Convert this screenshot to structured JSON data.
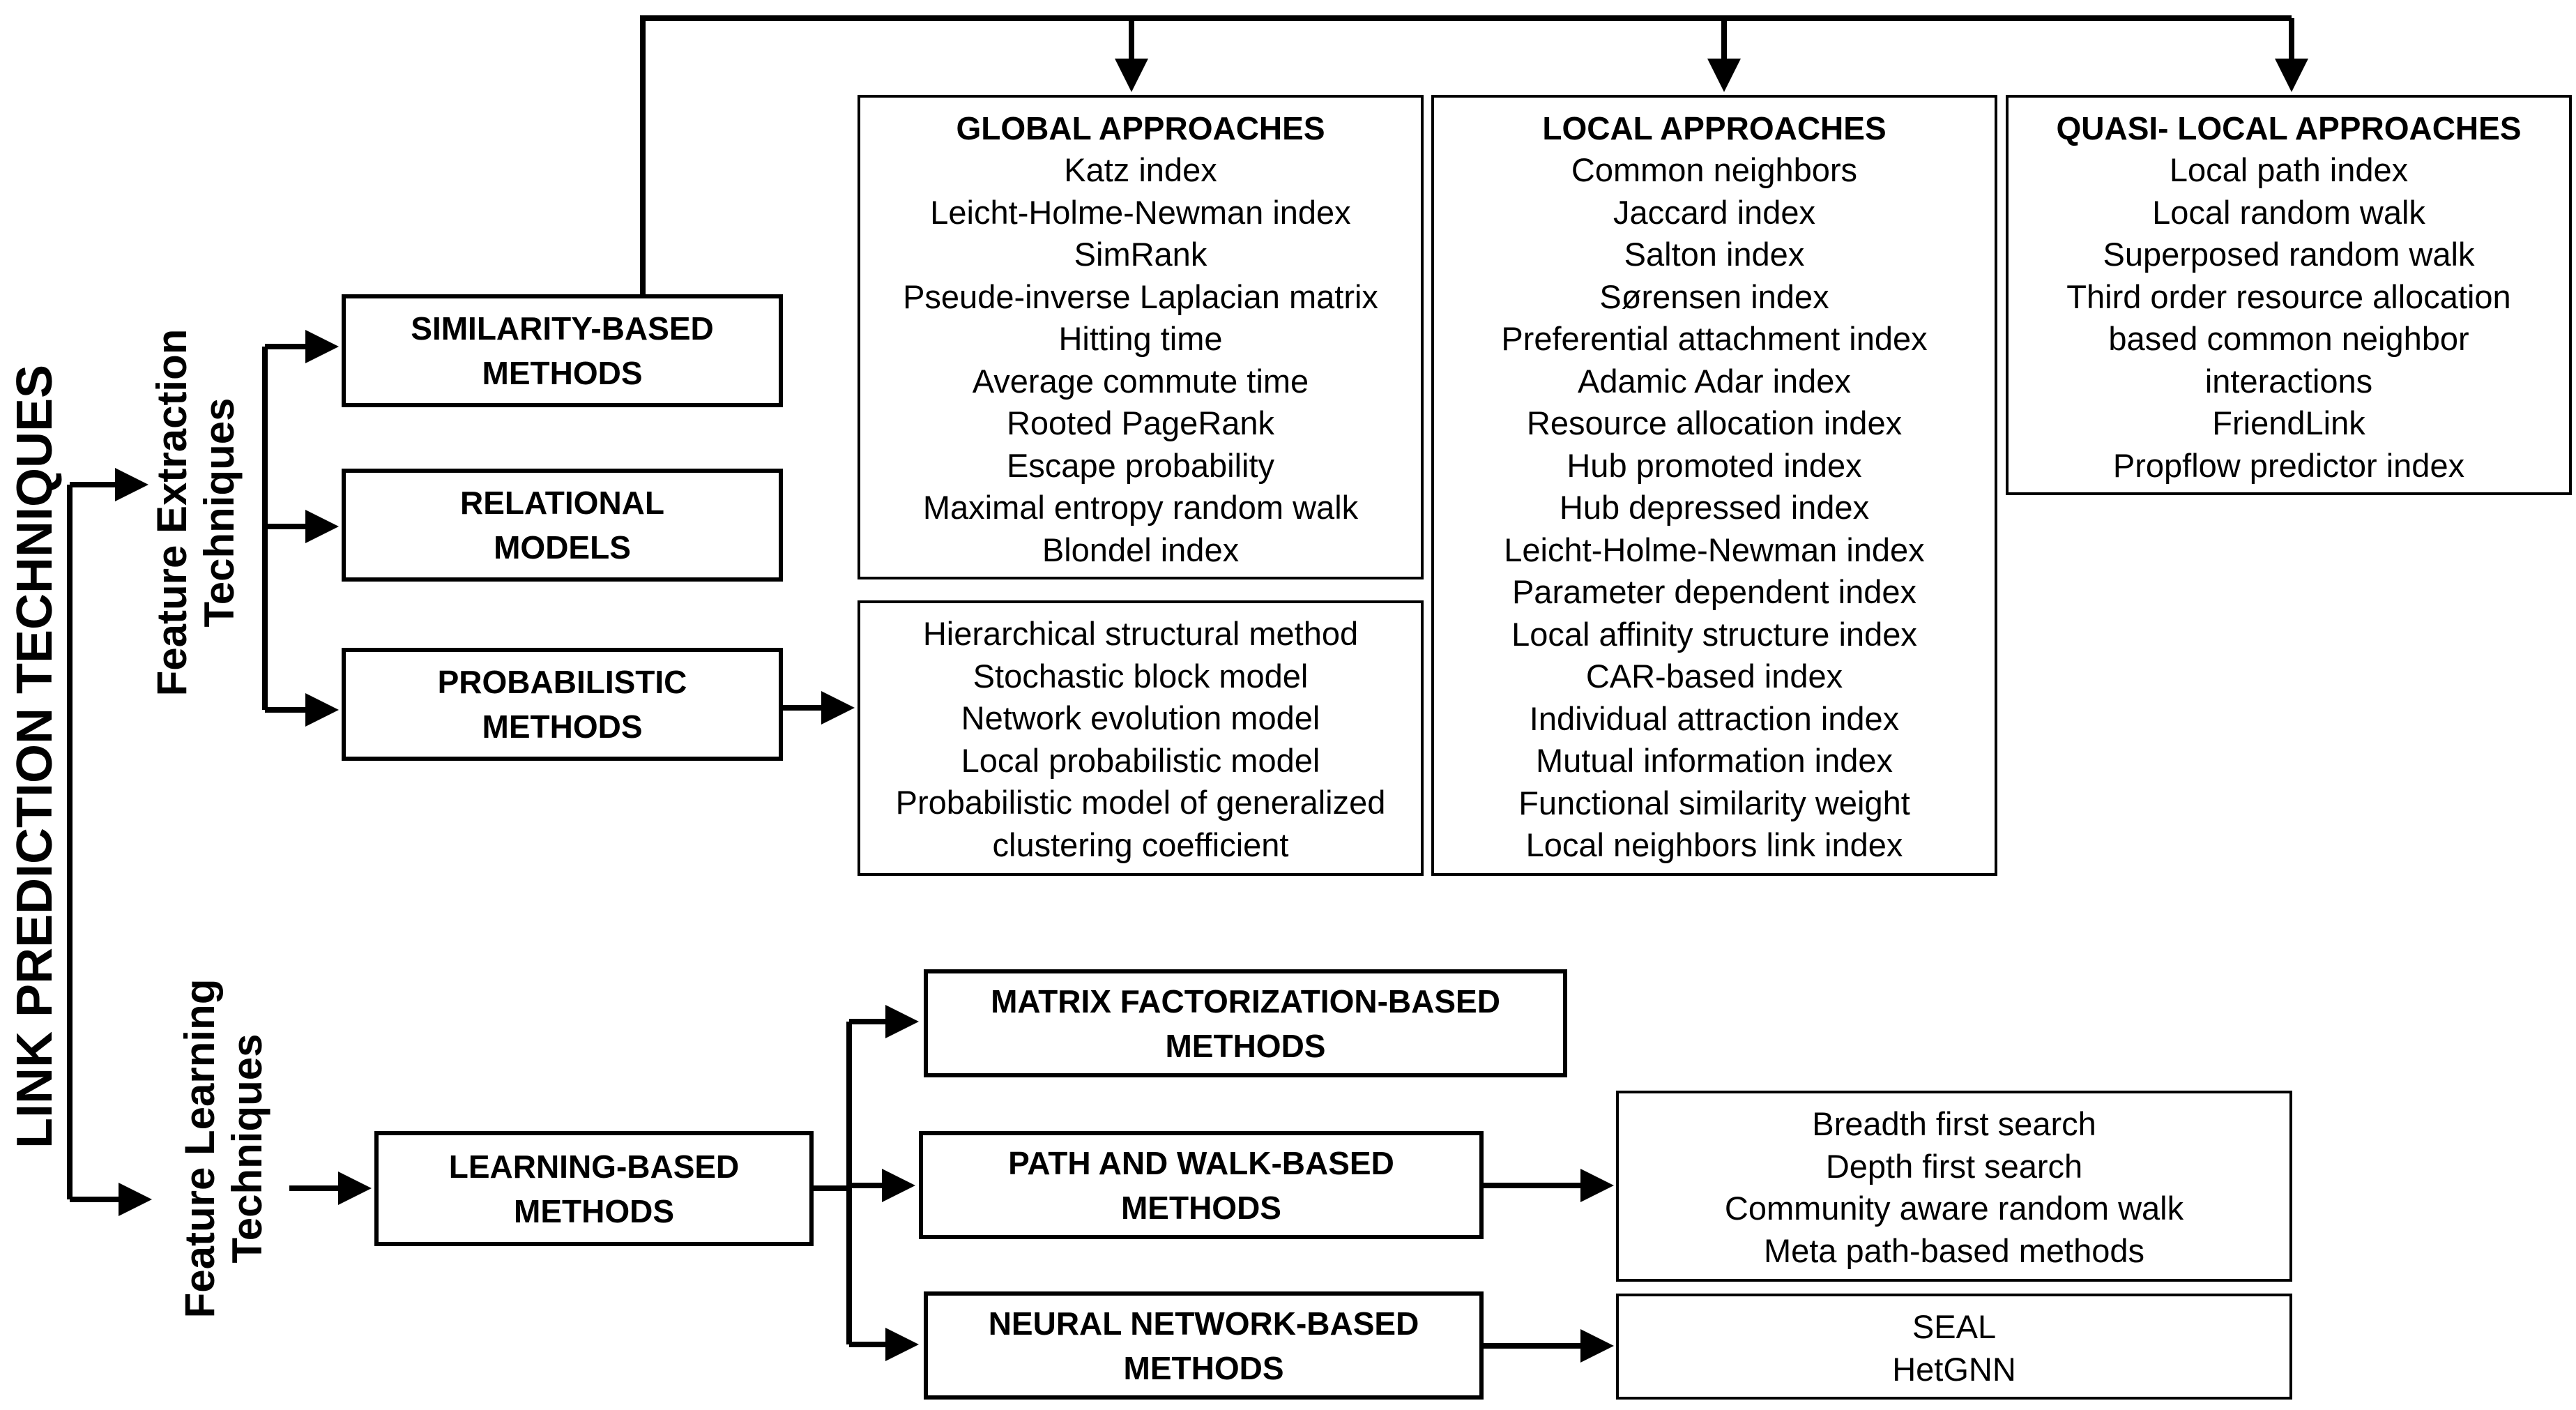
{
  "title": "LINK PREDICTION TECHNIQUES",
  "branches": {
    "feature_extraction": "Feature Extraction\nTechniques",
    "feature_learning": "Feature Learning\nTechniques"
  },
  "methods": {
    "similarity": "SIMILARITY-BASED\nMETHODS",
    "relational": "RELATIONAL\nMODELS",
    "probabilistic": "PROBABILISTIC\nMETHODS",
    "learning": "LEARNING-BASED\nMETHODS",
    "matrix": "MATRIX FACTORIZATION-BASED\nMETHODS",
    "path_walk": "PATH AND WALK-BASED\nMETHODS",
    "neural": "NEURAL NETWORK-BASED\nMETHODS"
  },
  "global": {
    "title": "GLOBAL APPROACHES",
    "items": [
      "Katz index",
      "Leicht-Holme-Newman index",
      "SimRank",
      "Pseude-inverse Laplacian matrix",
      "Hitting time",
      "Average commute time",
      "Rooted PageRank",
      "Escape probability",
      "Maximal entropy random walk",
      "Blondel index"
    ]
  },
  "local": {
    "title": "LOCAL APPROACHES",
    "items": [
      "Common neighbors",
      "Jaccard index",
      "Salton index",
      "Sørensen index",
      "Preferential attachment index",
      "Adamic Adar index",
      "Resource allocation index",
      "Hub promoted index",
      "Hub depressed index",
      "Leicht-Holme-Newman index",
      "Parameter dependent index",
      "Local affinity structure index",
      "CAR-based index",
      "Individual attraction index",
      "Mutual information index",
      "Functional similarity weight",
      "Local neighbors link index"
    ]
  },
  "quasi_local": {
    "title": "QUASI- LOCAL APPROACHES",
    "items": [
      "Local path index",
      "Local random walk",
      "Superposed random walk",
      "Third order resource allocation",
      "based common neighbor",
      "interactions",
      "FriendLink",
      "Propflow predictor index"
    ]
  },
  "probabilistic_list": {
    "items": [
      "Hierarchical structural method",
      "Stochastic block model",
      "Network evolution model",
      "Local probabilistic model",
      "Probabilistic model of generalized",
      "clustering coefficient"
    ]
  },
  "path_walk_list": {
    "items": [
      "Breadth first search",
      "Depth first search",
      "Community aware random walk",
      "Meta path-based methods"
    ]
  },
  "neural_list": {
    "items": [
      "SEAL",
      "HetGNN"
    ]
  }
}
